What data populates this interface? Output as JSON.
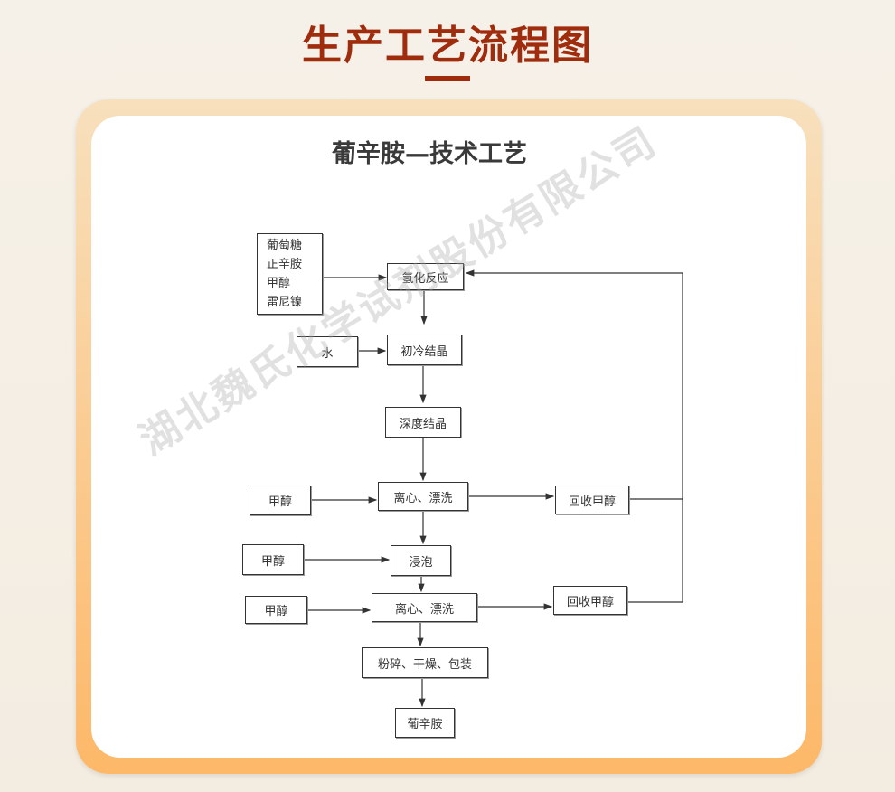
{
  "header": {
    "title": "生产工艺流程图"
  },
  "diagram": {
    "title": "葡辛胺—技术工艺",
    "watermark": "湖北魏氏化学试剂股份有限公司",
    "inputs": [
      "葡萄糖",
      "正辛胺",
      "甲醇",
      "雷尼镍"
    ],
    "nodes": {
      "hydrogenation": "氢化反应",
      "water": "水",
      "initial_crystal": "初冷结晶",
      "deep_crystal": "深度结晶",
      "methanol1": "甲醇",
      "centrifuge1": "离心、漂洗",
      "recover1": "回收甲醇",
      "methanol2": "甲醇",
      "soak": "浸泡",
      "methanol3": "甲醇",
      "centrifuge2": "离心、漂洗",
      "recover2": "回收甲醇",
      "finish": "粉碎、干燥、包装",
      "product": "葡辛胺"
    }
  }
}
